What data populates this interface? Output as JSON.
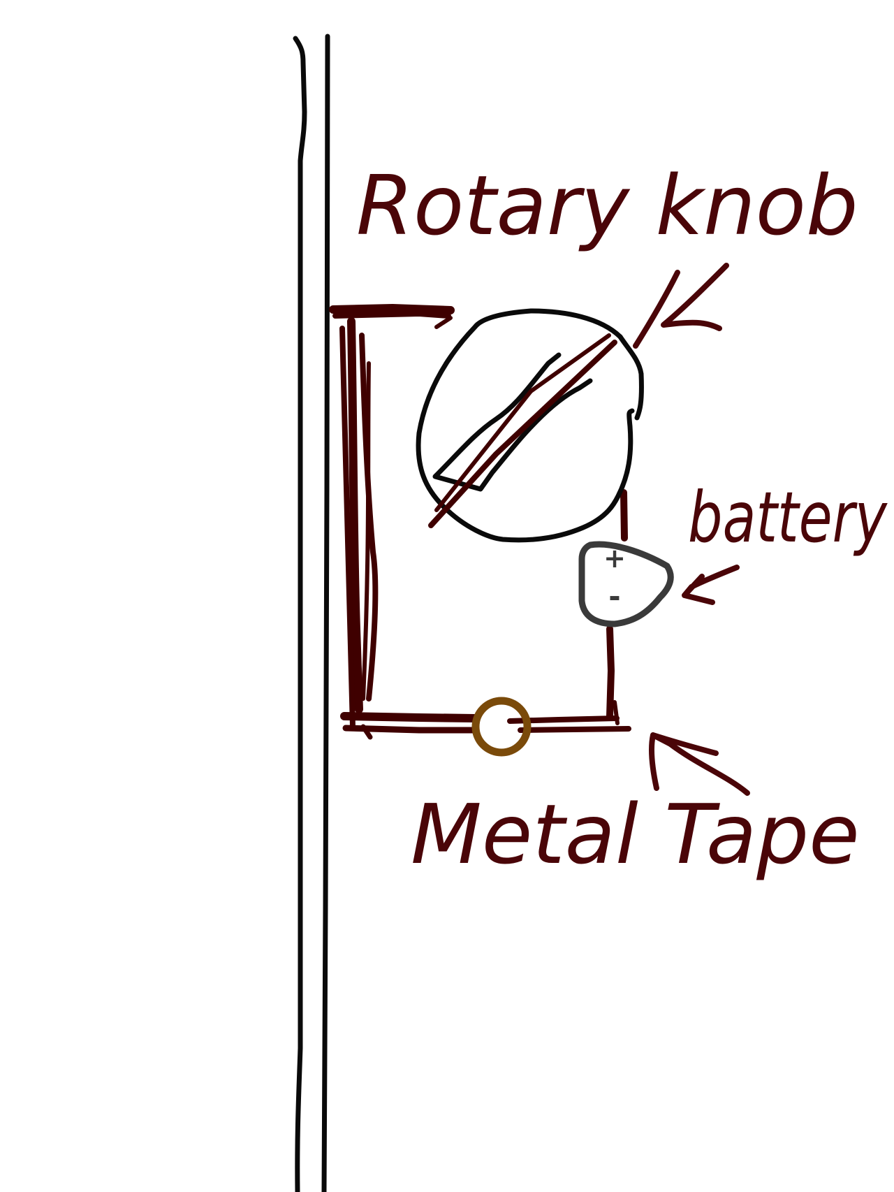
{
  "labels": {
    "rotary_knob": "Rotary knob",
    "battery": "battery",
    "metal_tape": "Metal Tape"
  },
  "battery_terminals": {
    "positive": "+",
    "negative": "-"
  },
  "colors": {
    "wire": "#3f0000",
    "ink": "#4a0508",
    "outline": "#0a0a0a",
    "battery": "#3a3a3a",
    "contact_ring": "#7a4a0a",
    "background": "#ffffff"
  }
}
